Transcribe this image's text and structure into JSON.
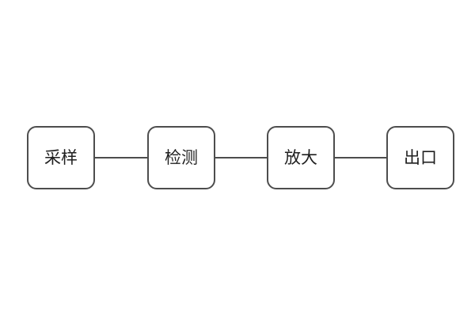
{
  "diagram": {
    "background_color": "#ffffff",
    "node_fill_color": "#ffffff",
    "node_border_color": "#4d4d4d",
    "node_text_color": "#1f1f1f",
    "connector_color": "#4d4d4d",
    "nodes": [
      {
        "label": "采样"
      },
      {
        "label": "检测"
      },
      {
        "label": "放大"
      },
      {
        "label": "出口"
      }
    ],
    "connections": [
      {
        "from": "采样",
        "to": "检测"
      },
      {
        "from": "检测",
        "to": "放大"
      },
      {
        "from": "放大",
        "to": "出口"
      }
    ]
  }
}
